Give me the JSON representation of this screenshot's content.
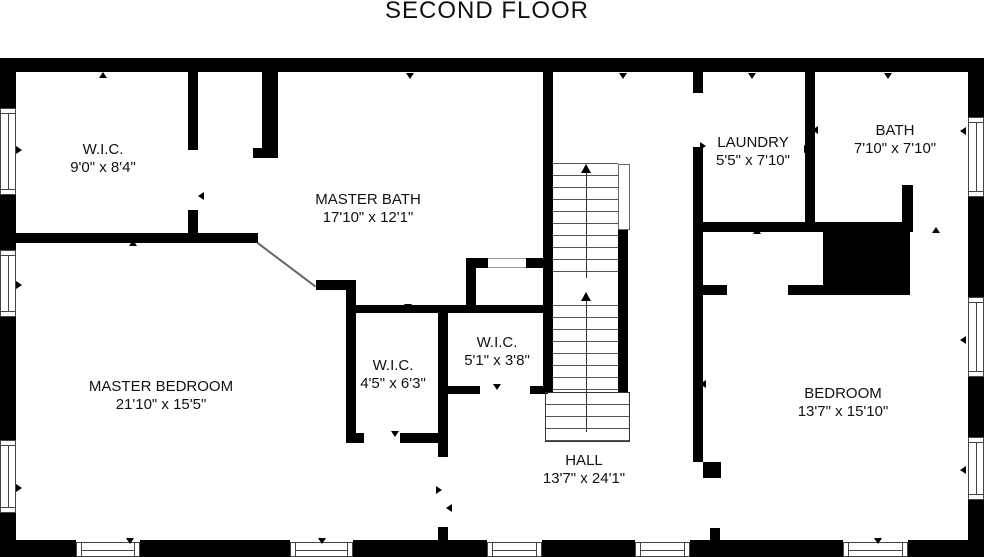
{
  "title": "SECOND FLOOR",
  "rooms": [
    {
      "name": "W.I.C.",
      "dims": "9'0\" x 8'4\""
    },
    {
      "name": "MASTER BATH",
      "dims": "17'10\" x 12'1\""
    },
    {
      "name": "LAUNDRY",
      "dims": "5'5\" x 7'10\""
    },
    {
      "name": "BATH",
      "dims": "7'10\" x 7'10\""
    },
    {
      "name": "MASTER BEDROOM",
      "dims": "21'10\" x 15'5\""
    },
    {
      "name": "W.I.C.",
      "dims": "4'5\" x 6'3\""
    },
    {
      "name": "W.I.C.",
      "dims": "5'1\" x 3'8\""
    },
    {
      "name": "HALL",
      "dims": "13'7\" x 24'1\""
    },
    {
      "name": "BEDROOM",
      "dims": "13'7\" x 15'10\""
    }
  ],
  "colors": {
    "wall": "#000000",
    "background": "#ffffff",
    "stair_line": "#555555",
    "window_line": "#444444"
  }
}
